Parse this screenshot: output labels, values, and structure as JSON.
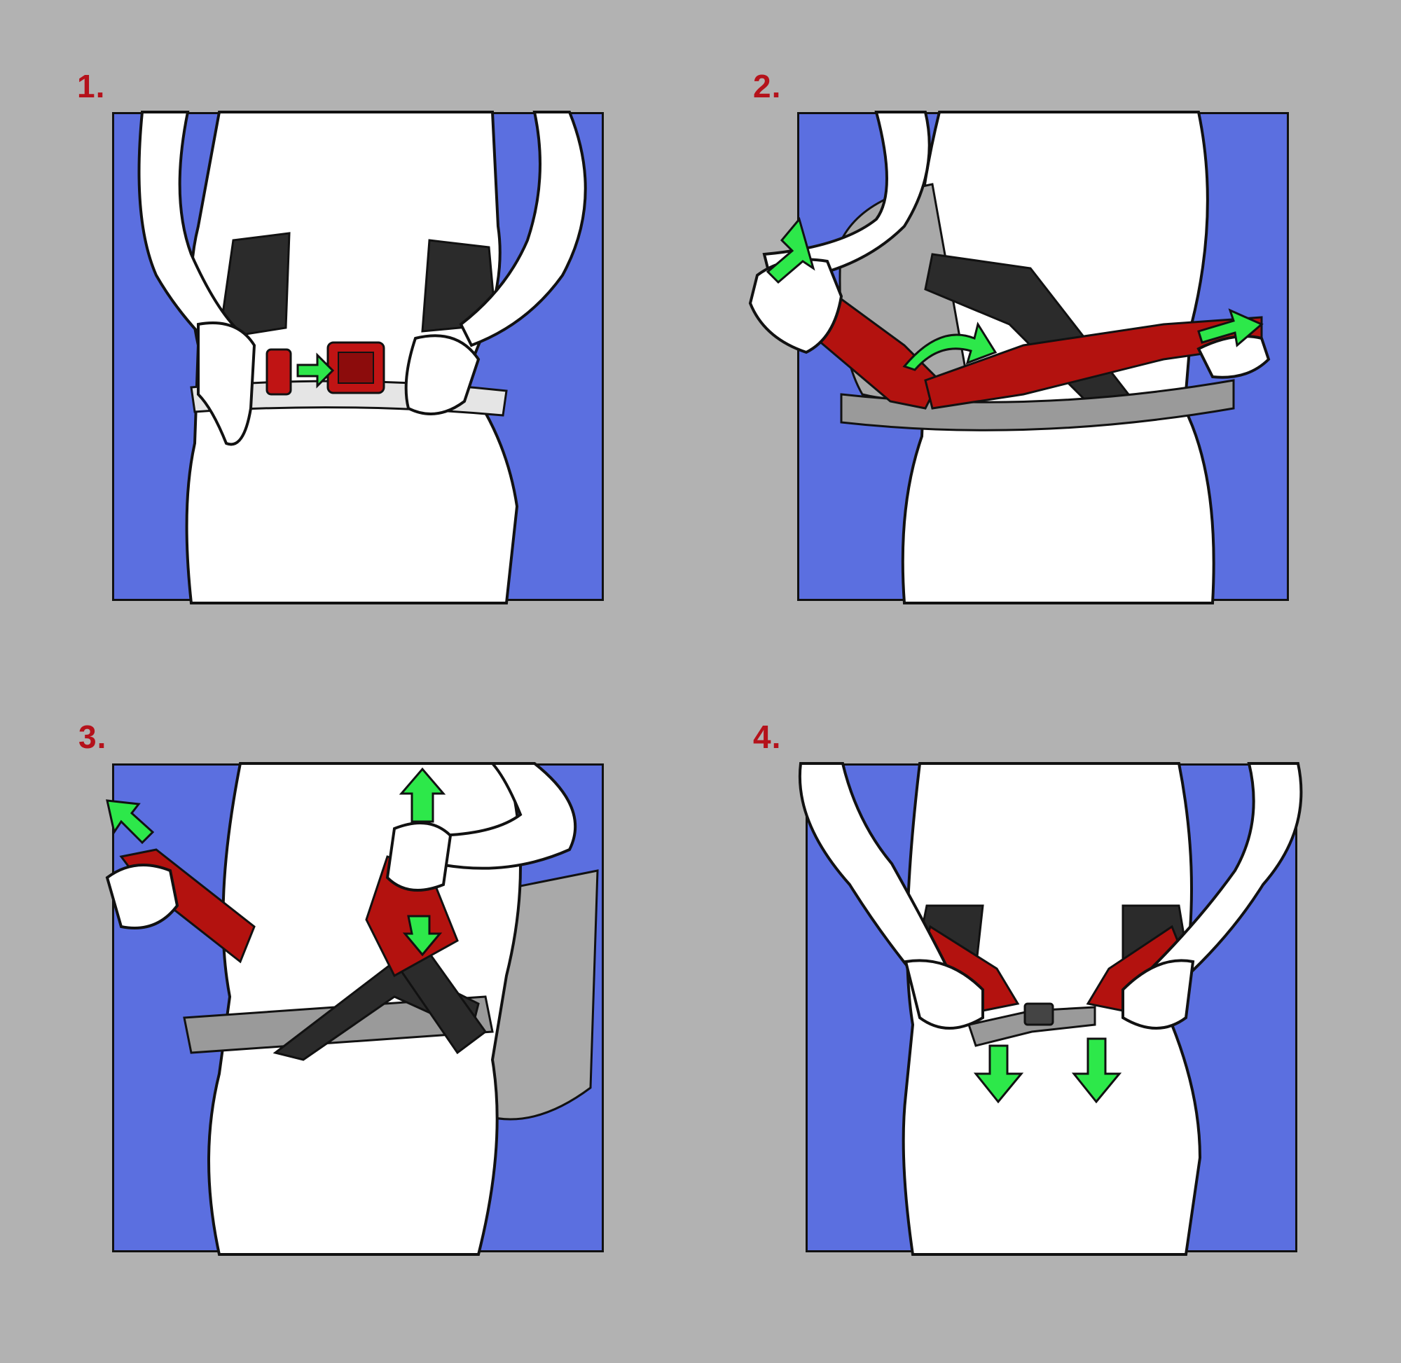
{
  "steps": [
    {
      "label": "1."
    },
    {
      "label": "2."
    },
    {
      "label": "3."
    },
    {
      "label": "4."
    }
  ],
  "colors": {
    "background": "#b2b2b2",
    "panel": "#5b6fe0",
    "label": "#b5121b",
    "strap_red": "#b3120f",
    "strap_dark": "#2b2b2b",
    "arrow": "#2de84a",
    "body": "#ffffff"
  }
}
